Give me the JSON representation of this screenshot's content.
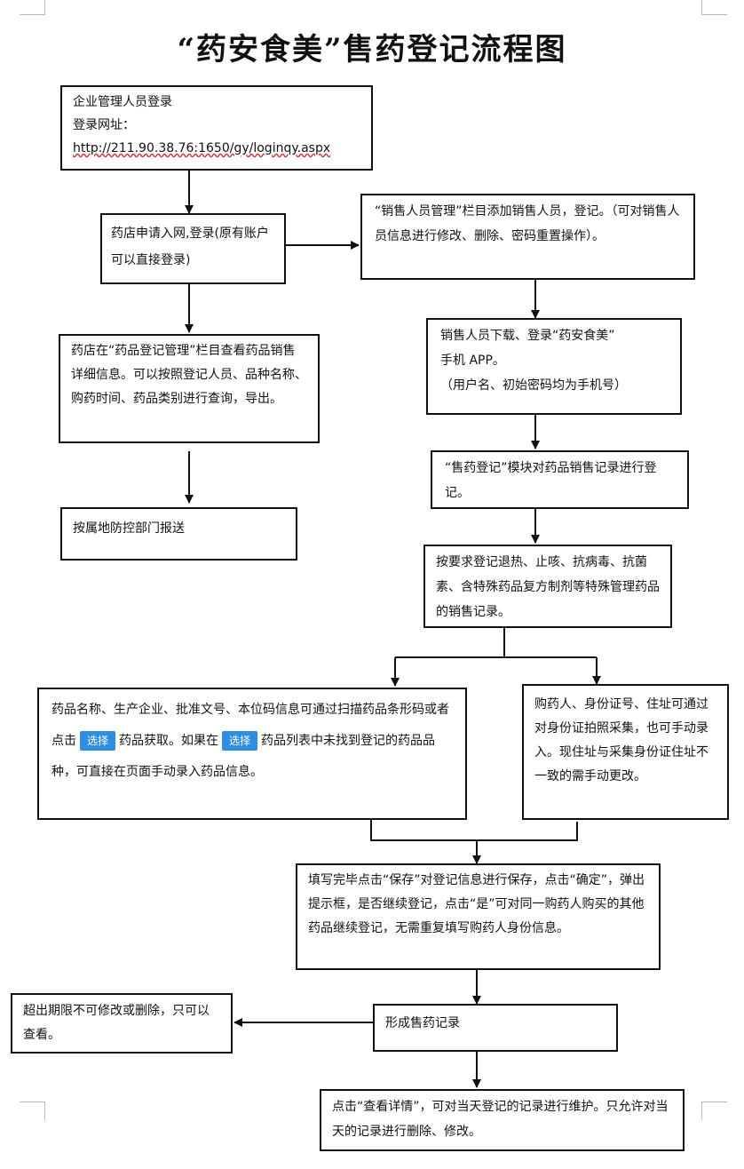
{
  "title": "“药安食美”售药登记流程图",
  "boxes": {
    "enterprise_login": {
      "line1": "企业管理人员登录",
      "line2": "登录网址：",
      "url": "http://211.90.38.76:1650/gy/loginqy.aspx"
    },
    "pharmacy_apply": "药店申请入网,登录(原有账户可以直接登录)",
    "sales_staff_mgmt": "“销售人员管理”栏目添加销售人员，登记。（可对销售人员信息进行修改、删除、密码重置操作）。",
    "drug_record_mgmt": "药店在“药品登记管理”栏目查看药品销售详细信息。可以按照登记人员、品种名称、购药时间、药品类别进行查询，导出。",
    "report_to_dept": "按属地防控部门报送",
    "download_app": {
      "line1": "销售人员下载、登录“药安食美”",
      "line2": "手机 APP。",
      "line3": "（用户名、初始密码均为手机号）"
    },
    "sale_register_module": "“售药登记”模块对药品销售记录进行登记。",
    "required_register": "按要求登记退热、止咳、抗病毒、抗菌素、含特殊药品复方制剂等特殊管理药品的销售记录。",
    "drug_info": {
      "part1": "药品名称、生产企业、批准文号、本位码信息可通过扫描药品条形码或者点击",
      "btn1": "选择",
      "part2": "药品获取。如果在",
      "btn2": "选择",
      "part3": "药品列表中未找到登记的药品品种，可直接在页面手动录入药品信息。"
    },
    "buyer_info": "购药人、身份证号、住址可通过对身份证拍照采集，也可手动录入。现住址与采集身份证住址不一致的需手动更改。",
    "save_confirm": "填写完毕点击“保存”对登记信息进行保存，点击“确定”，弹出提示框，是否继续登记，点击“是”可对同一购药人购买的其他药品继续登记，无需重复填写购药人身份信息。",
    "expired_note": "超出期限不可修改或删除，只可以查看。",
    "form_record": "形成售药记录",
    "view_details": "点击“查看详情”，可对当天登记的记录进行维护。只允许对当天的记录进行删除、修改。"
  }
}
